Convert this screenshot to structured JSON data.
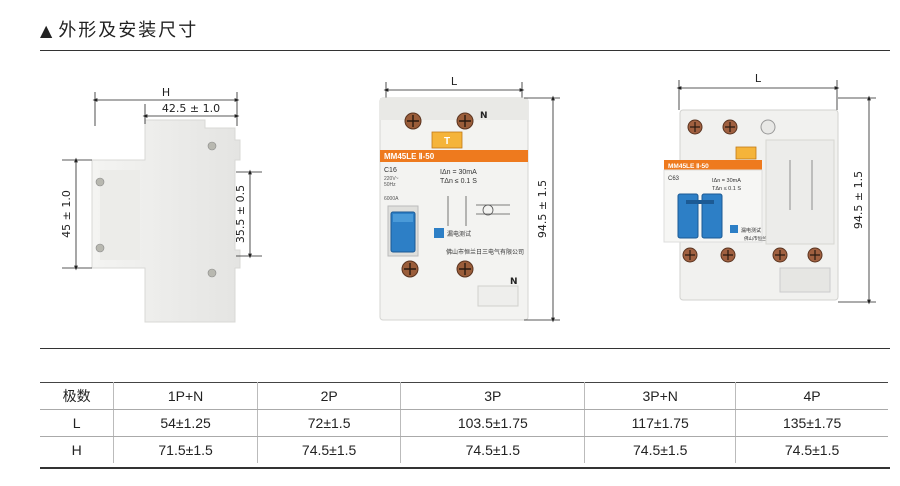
{
  "heading": {
    "marker": "▲",
    "text": "外形及安装尺寸"
  },
  "drawing1": {
    "label_h": "H",
    "dim_width": "42.5 ± 1.0",
    "dim_height": "45 ± 1.0",
    "dim_rail": "35.5 ± 0.5"
  },
  "drawing2": {
    "label_l": "L",
    "label_n_top": "N",
    "label_n_bottom": "N",
    "dim_height": "94.5 ± 1.5",
    "model": "MM45LE Ⅱ-50",
    "rating": "C16",
    "voltage": "220V~",
    "freq": "50Hz",
    "current_line1": "IΔn = 30mA",
    "current_line2": "TΔn ≤ 0.1 S",
    "breaking": "6000A",
    "maker": "佛山市恒兰日三电气有限公司",
    "test_label": "漏电测试"
  },
  "drawing3": {
    "label_l": "L",
    "dim_height": "94.5 ± 1.5",
    "model": "MM45LE Ⅱ-50",
    "rating": "C63",
    "current_line1": "IΔn = 30mA",
    "current_line2": "TΔn ≤ 0.1 S",
    "maker": "佛山市恒兰日三电气有限公司",
    "test_label": "漏电测试"
  },
  "spec_table": {
    "headers": [
      "极数",
      "1P+N",
      "2P",
      "3P",
      "3P+N",
      "4P"
    ],
    "rows": [
      [
        "L",
        "54±1.25",
        "72±1.5",
        "103.5±1.75",
        "117±1.75",
        "135±1.75"
      ],
      [
        "H",
        "71.5±1.5",
        "74.5±1.5",
        "74.5±1.5",
        "74.5±1.5",
        "74.5±1.5"
      ]
    ]
  },
  "colors": {
    "accent_orange": "#ee7a1e",
    "toggle_blue": "#2d7fc6",
    "body_white": "#f2f2f0",
    "line": "#222222"
  }
}
